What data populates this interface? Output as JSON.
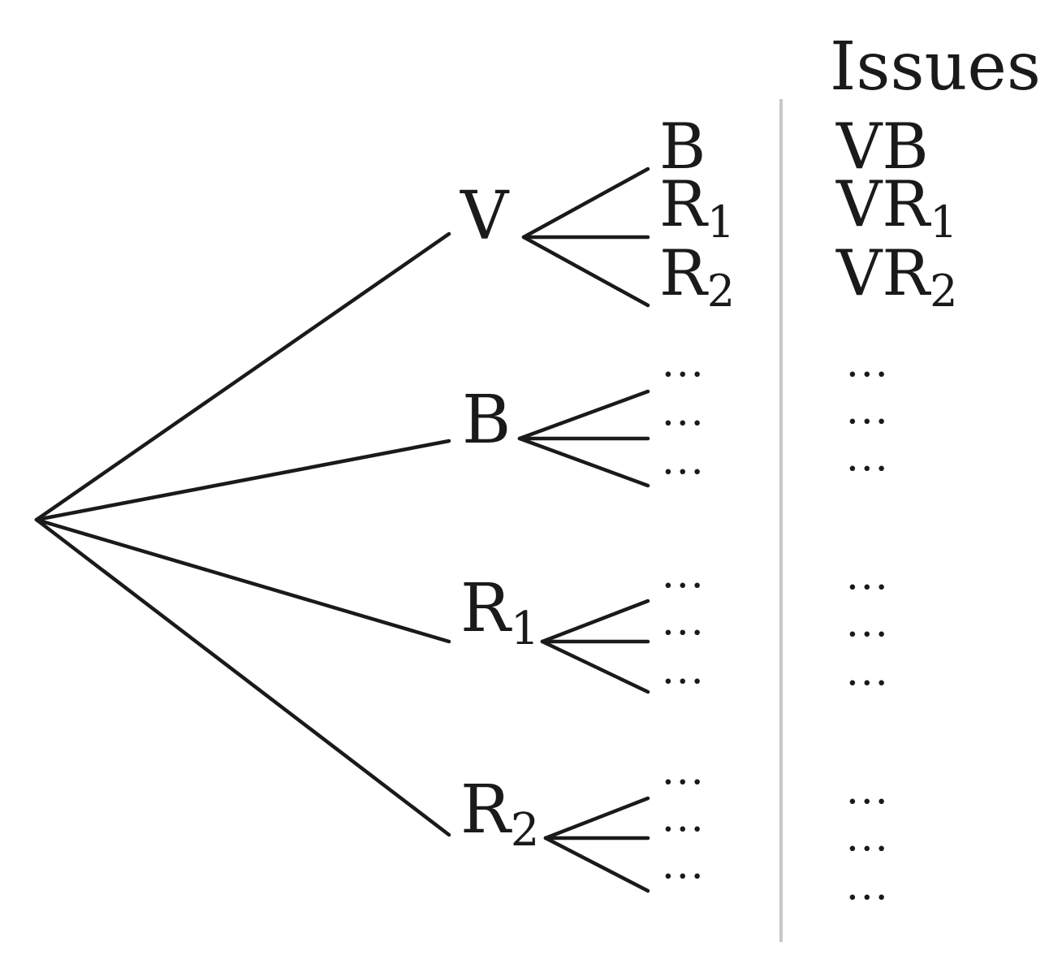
{
  "issues_header": "Issues",
  "first_level": [
    {
      "main": "V",
      "sub": ""
    },
    {
      "main": "B",
      "sub": ""
    },
    {
      "main": "R",
      "sub": "1"
    },
    {
      "main": "R",
      "sub": "2"
    }
  ],
  "second_level": {
    "V": [
      {
        "main": "B",
        "sub": ""
      },
      {
        "main": "R",
        "sub": "1"
      },
      {
        "main": "R",
        "sub": "2"
      }
    ],
    "ellipsis": "···"
  },
  "issues": [
    {
      "main": "VB",
      "sub": ""
    },
    {
      "main": "VR",
      "sub": "1"
    },
    {
      "main": "VR",
      "sub": "2"
    }
  ],
  "issues_ellipsis": "···"
}
